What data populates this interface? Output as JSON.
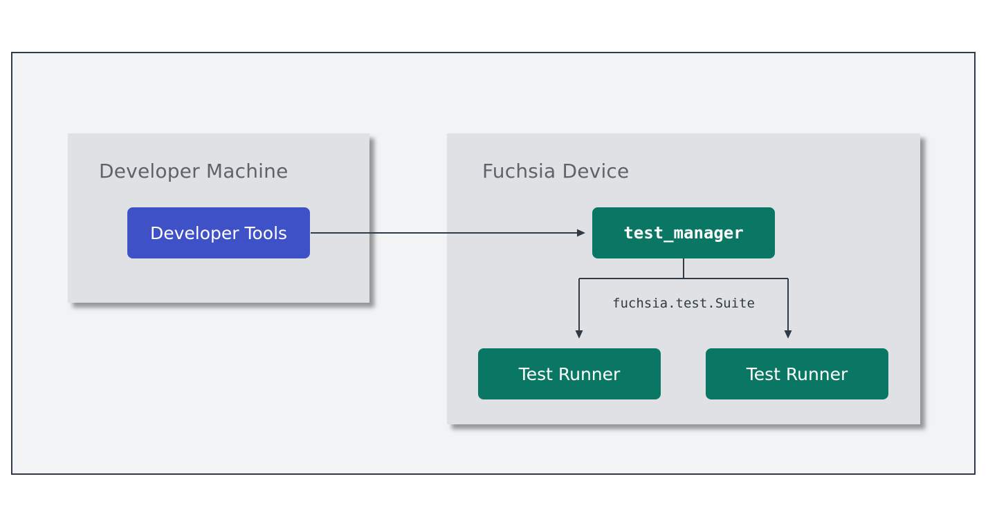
{
  "developer_machine": {
    "title": "Developer Machine",
    "tools_label": "Developer Tools"
  },
  "fuchsia_device": {
    "title": "Fuchsia Device",
    "manager_label": "test_manager",
    "protocol_label": "fuchsia.test.Suite",
    "runners": [
      {
        "label": "Test Runner"
      },
      {
        "label": "Test Runner"
      }
    ]
  },
  "colors": {
    "tools_node": "#3f51c6",
    "device_node": "#0a7764",
    "panel_bg": "#dfe1e4",
    "frame_bg": "#f1f3f4",
    "frame_border": "#2f3a44",
    "connector": "#2f3a44"
  }
}
